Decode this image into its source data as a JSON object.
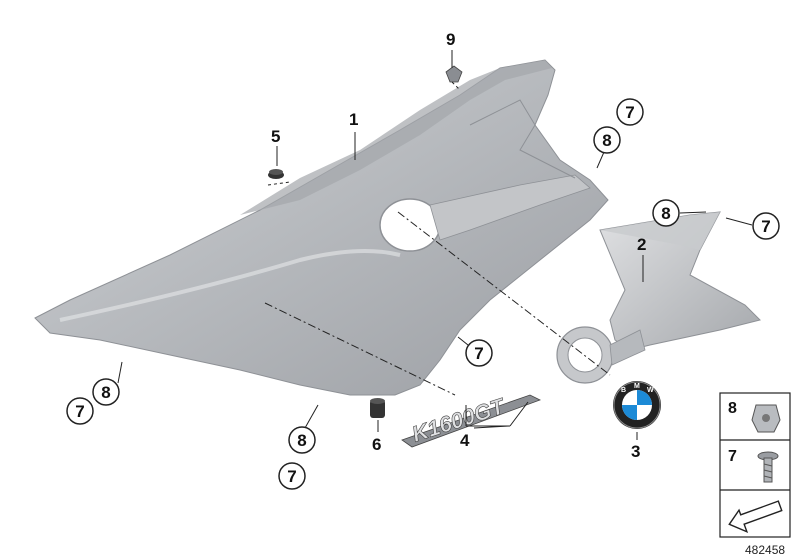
{
  "diagram": {
    "part_numbers": {
      "p1": "1",
      "p2": "2",
      "p3": "3",
      "p4": "4",
      "p5": "5",
      "p6": "6",
      "p9": "9"
    },
    "circled_numbers": {
      "c7_top": "7",
      "c8_top": "8",
      "c8_right": "8",
      "c7_right": "7",
      "c7_mid": "7",
      "c7_left": "7",
      "c8_left": "8",
      "c8_bottom": "8",
      "c7_bottom": "7"
    },
    "emblem_text": "K1600GT",
    "bmw_letters": [
      "B",
      "M",
      "W"
    ],
    "legend": {
      "item8": "8",
      "item7": "7"
    },
    "reference_number": "482458",
    "colors": {
      "panel": "#b9bcc0",
      "panel_dark": "#9a9da2",
      "panel_light": "#d7d9dc",
      "bmw_blue": "#1c8ad6",
      "line": "#222222"
    }
  }
}
